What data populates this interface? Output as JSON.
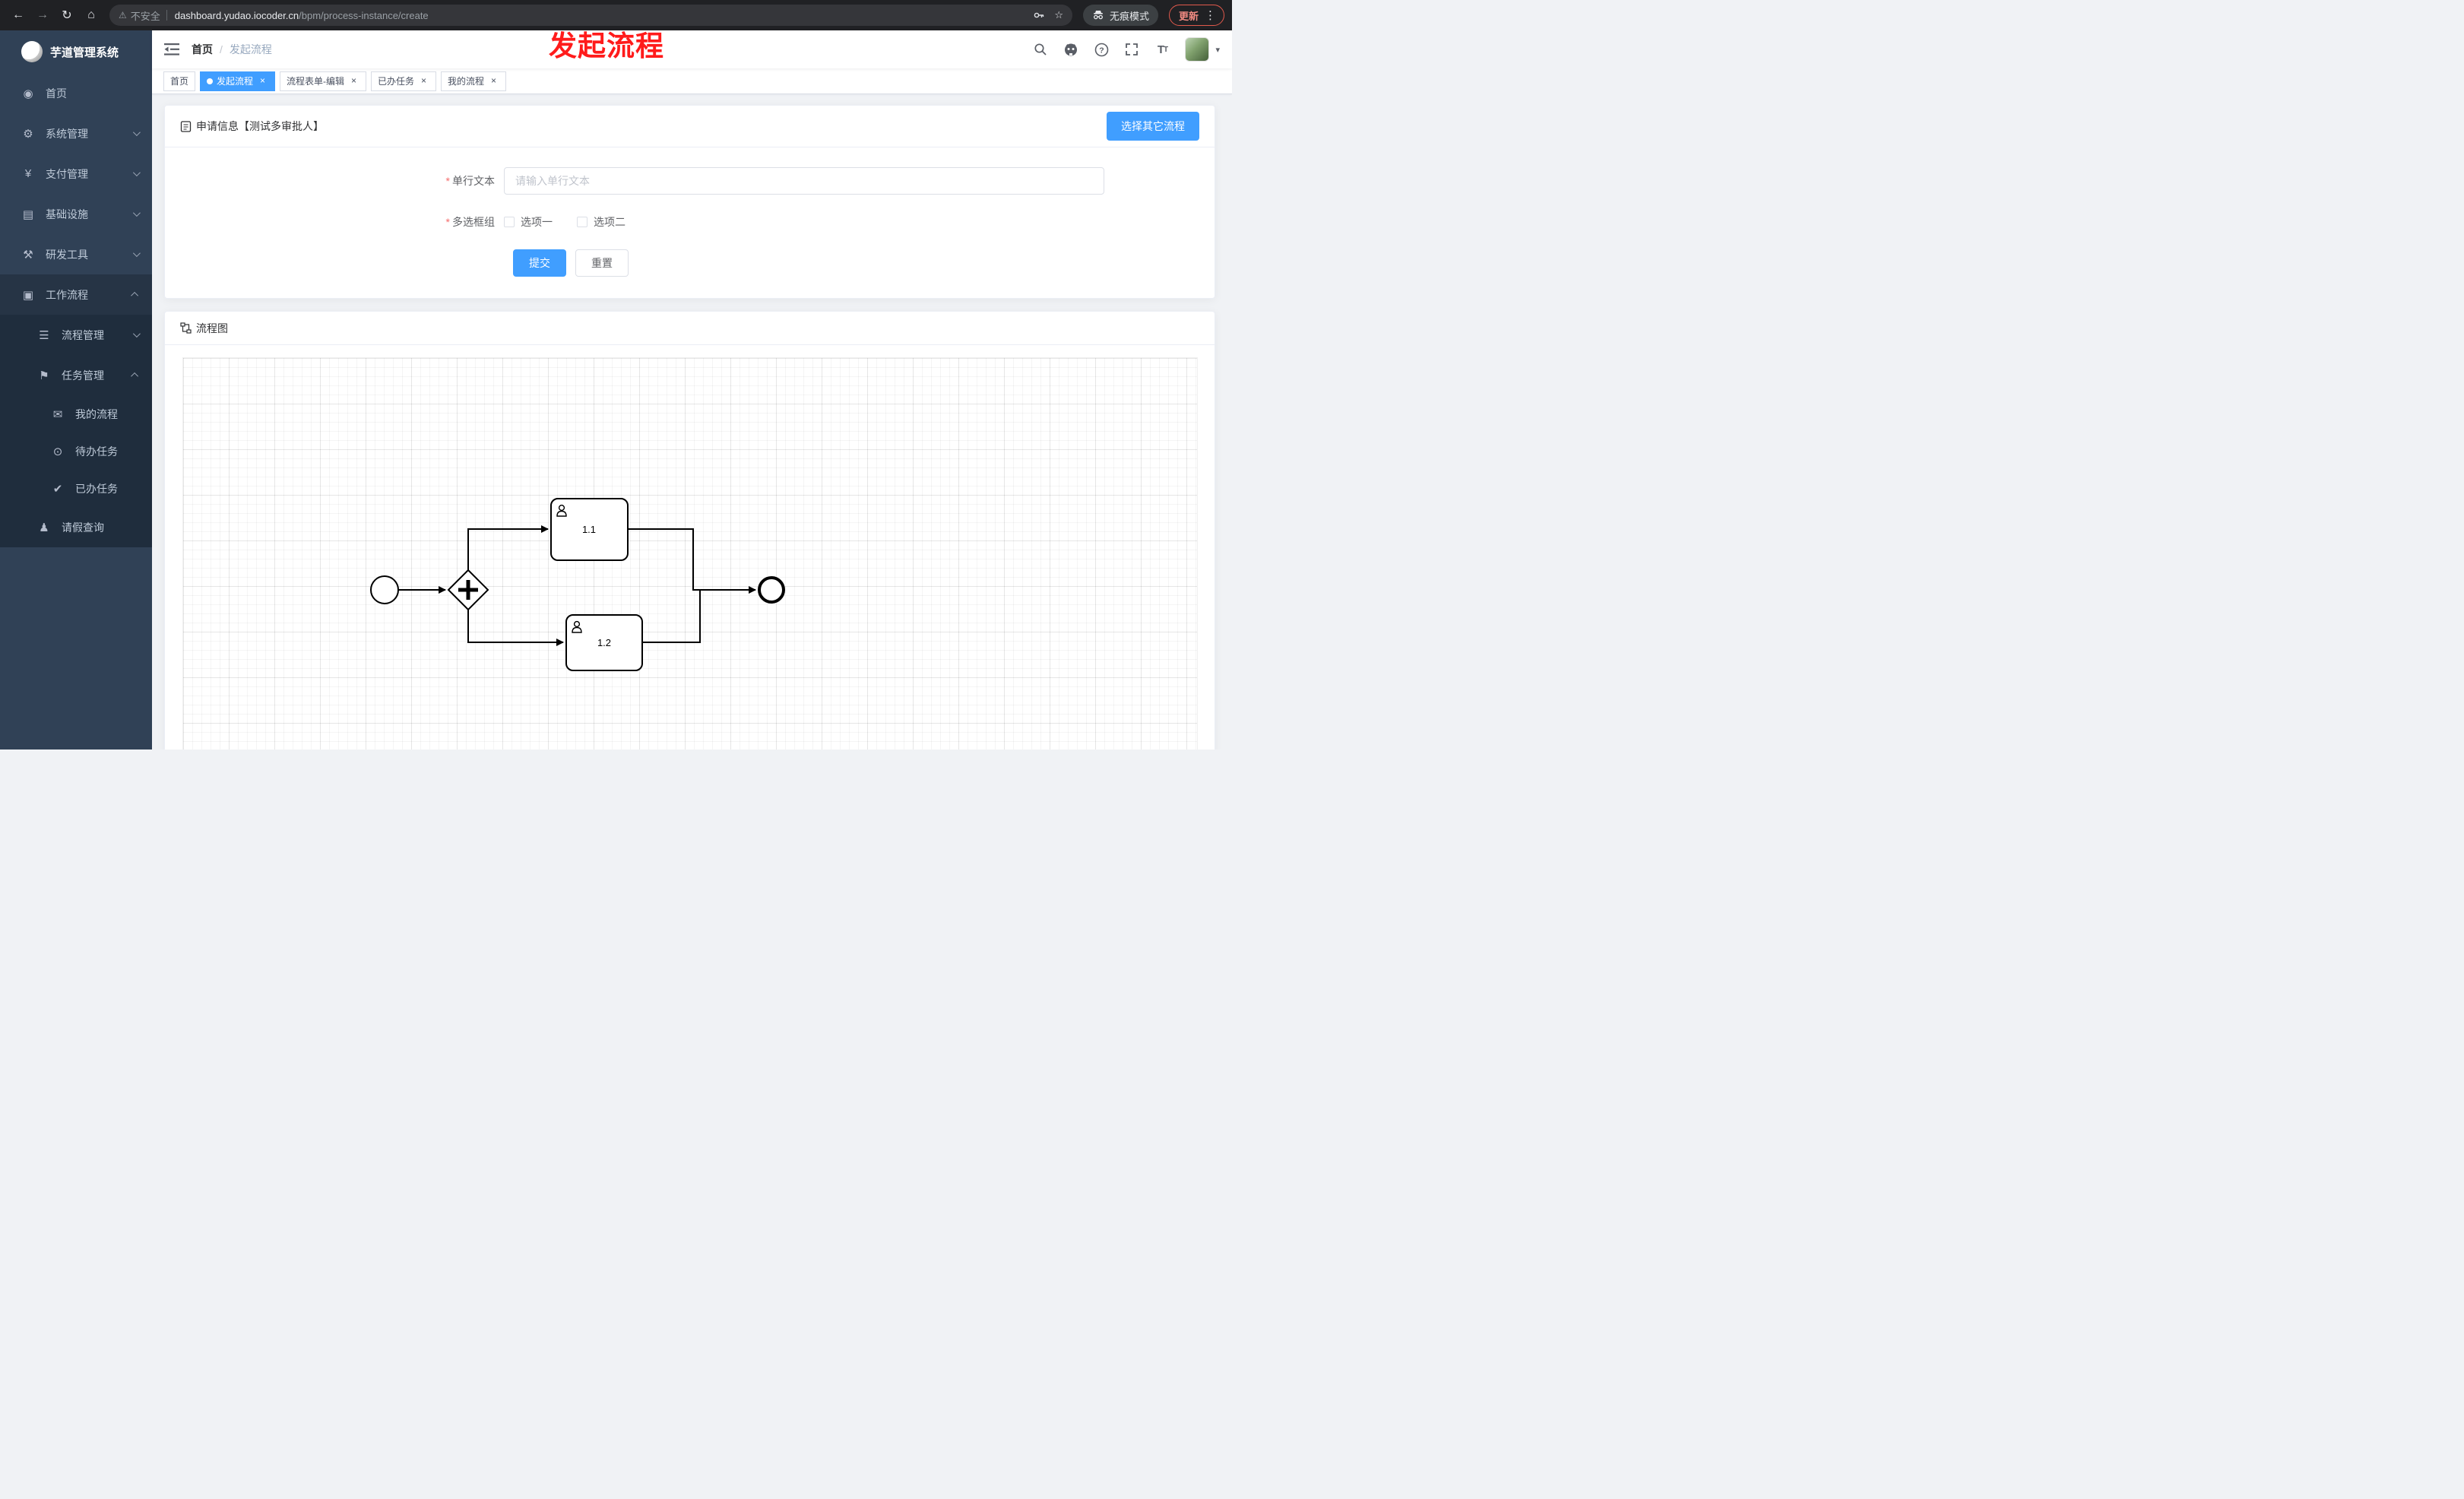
{
  "browser": {
    "security_label": "不安全",
    "url_host": "dashboard.yudao.iocoder.cn",
    "url_path": "/bpm/process-instance/create",
    "incognito_label": "无痕模式",
    "update_label": "更新"
  },
  "glyphs": {
    "back": "←",
    "forward": "→",
    "reload": "↻",
    "home": "⌂",
    "warning": "⚠",
    "star": "☆",
    "menu_dots": "⋮",
    "close": "×",
    "breadcrumb_sep": "/",
    "caret_down": "▾",
    "question": "?",
    "required": "*",
    "font_big": "T",
    "font_small": "T"
  },
  "annotation": {
    "text": "发起流程",
    "color": "#ff1b1b"
  },
  "sidebar": {
    "title": "芋道管理系统",
    "items": [
      {
        "label": "首页",
        "icon": "◉"
      },
      {
        "label": "系统管理",
        "icon": "⚙"
      },
      {
        "label": "支付管理",
        "icon": "¥"
      },
      {
        "label": "基础设施",
        "icon": "▤"
      },
      {
        "label": "研发工具",
        "icon": "⚒"
      },
      {
        "label": "工作流程",
        "icon": "▣"
      },
      {
        "label": "流程管理",
        "icon": "☰"
      },
      {
        "label": "任务管理",
        "icon": "⚑"
      },
      {
        "label": "我的流程",
        "icon": "✉"
      },
      {
        "label": "待办任务",
        "icon": "⊙"
      },
      {
        "label": "已办任务",
        "icon": "✔"
      },
      {
        "label": "请假查询",
        "icon": "♟"
      }
    ]
  },
  "breadcrumb": {
    "home": "首页",
    "current": "发起流程"
  },
  "tabs": [
    {
      "label": "首页"
    },
    {
      "label": "发起流程"
    },
    {
      "label": "流程表单-编辑"
    },
    {
      "label": "已办任务"
    },
    {
      "label": "我的流程"
    }
  ],
  "form_card": {
    "title": "申请信息【测试多审批人】",
    "select_other_button": "选择其它流程",
    "field_text": {
      "label": "单行文本",
      "placeholder": "请输入单行文本",
      "value": ""
    },
    "field_checkbox": {
      "label": "多选框组",
      "option1": "选项一",
      "option2": "选项二"
    },
    "submit_label": "提交",
    "reset_label": "重置"
  },
  "diagram_card": {
    "title": "流程图",
    "task1_label": "1.1",
    "task2_label": "1.2"
  },
  "colors": {
    "accent": "#409eff",
    "sidebar_bg": "#304156",
    "submenu_bg": "#1f2d3d",
    "annotation": "#ff1b1b"
  }
}
